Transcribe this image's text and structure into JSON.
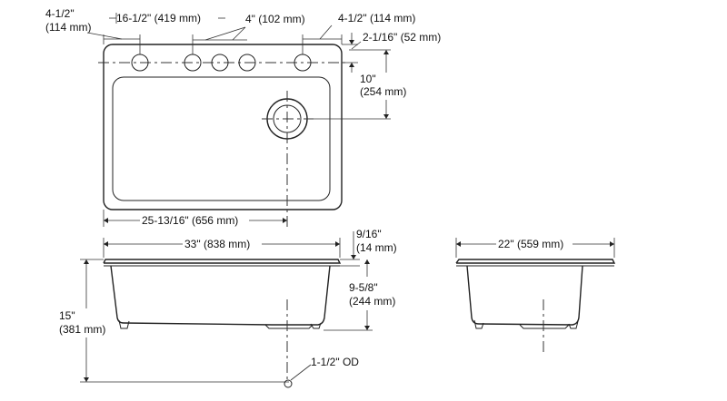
{
  "plan": {
    "left_offset": {
      "line1": "4-1/2\"",
      "line2": "(114 mm)"
    },
    "hole_span": "16-1/2\" (419 mm)",
    "hole_spacing": "4\" (102 mm)",
    "right_offset": "4-1/2\" (114 mm)",
    "hole_inset": "2-1/16\" (52 mm)",
    "drain_offset": {
      "line1": "10\"",
      "line2": "(254 mm)"
    },
    "drain_center": "25-13/16\" (656 mm)"
  },
  "front": {
    "width": "33\" (838 mm)",
    "rim": {
      "line1": "9/16\"",
      "line2": "(14 mm)"
    },
    "bowl_depth": {
      "line1": "9-5/8\"",
      "line2": "(244 mm)"
    },
    "height": {
      "line1": "15\"",
      "line2": "(381 mm)"
    },
    "drain_od": "1-1/2\" OD"
  },
  "side": {
    "width": "22\" (559 mm)"
  }
}
